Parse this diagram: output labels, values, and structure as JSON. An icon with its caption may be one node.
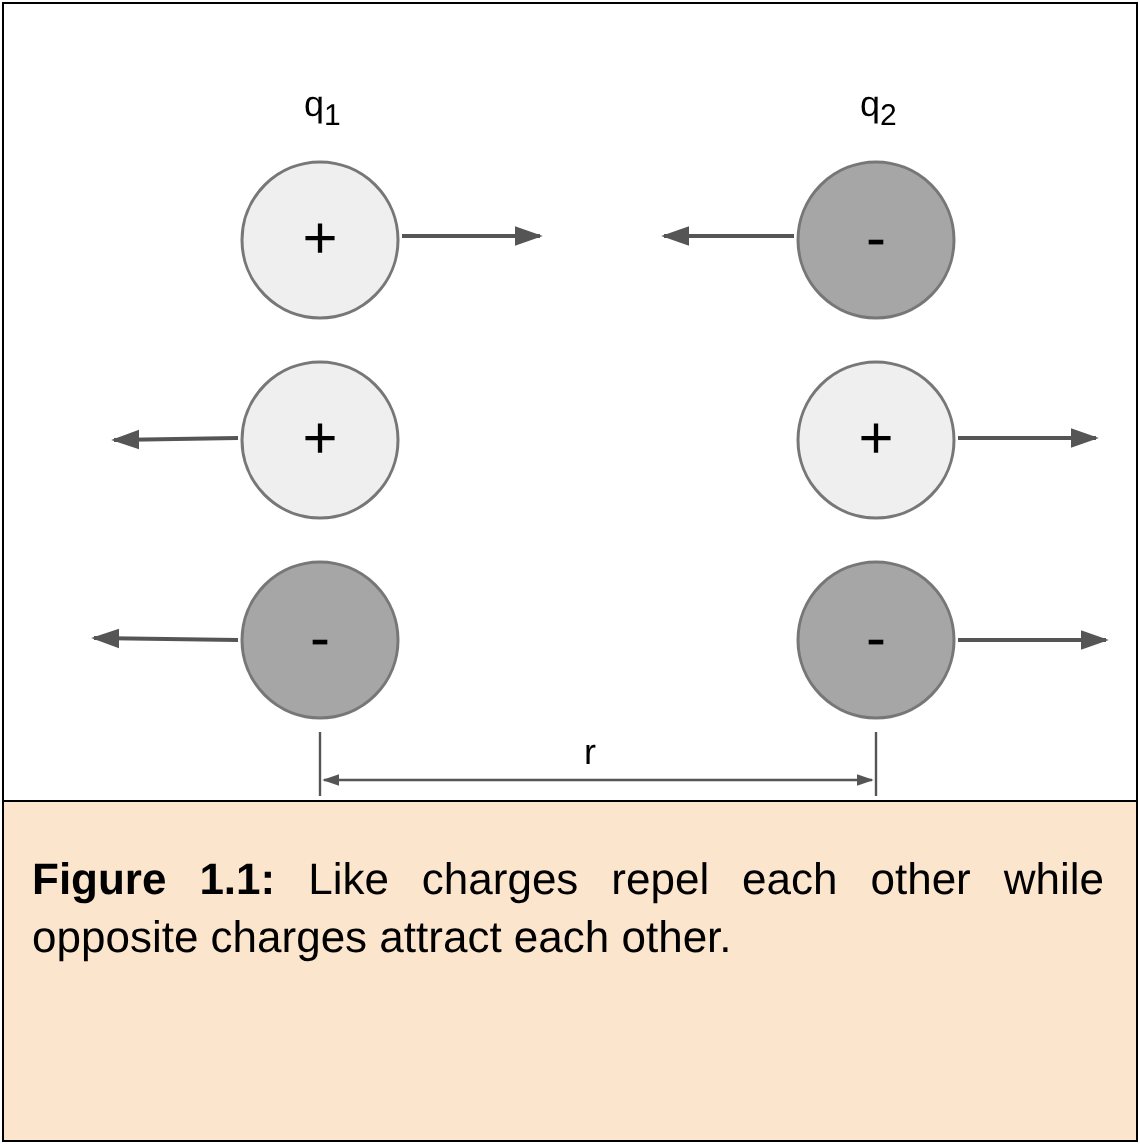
{
  "diagram": {
    "caption": "**Figure 1.1:** Like charges repel each other while opposite charges attract each other.",
    "nodes": [
      {
        "text": [
          "+"
        ]
      },
      {
        "text": [
          "-"
        ]
      },
      {
        "text": [
          "+"
        ]
      },
      {
        "text": [
          "+"
        ]
      },
      {
        "text": [
          "-"
        ]
      },
      {
        "text": [
          "-"
        ]
      }
    ],
    "labels": [
      "q$_{1}$",
      "q$_{2}$",
      "r"
    ]
  }
}
